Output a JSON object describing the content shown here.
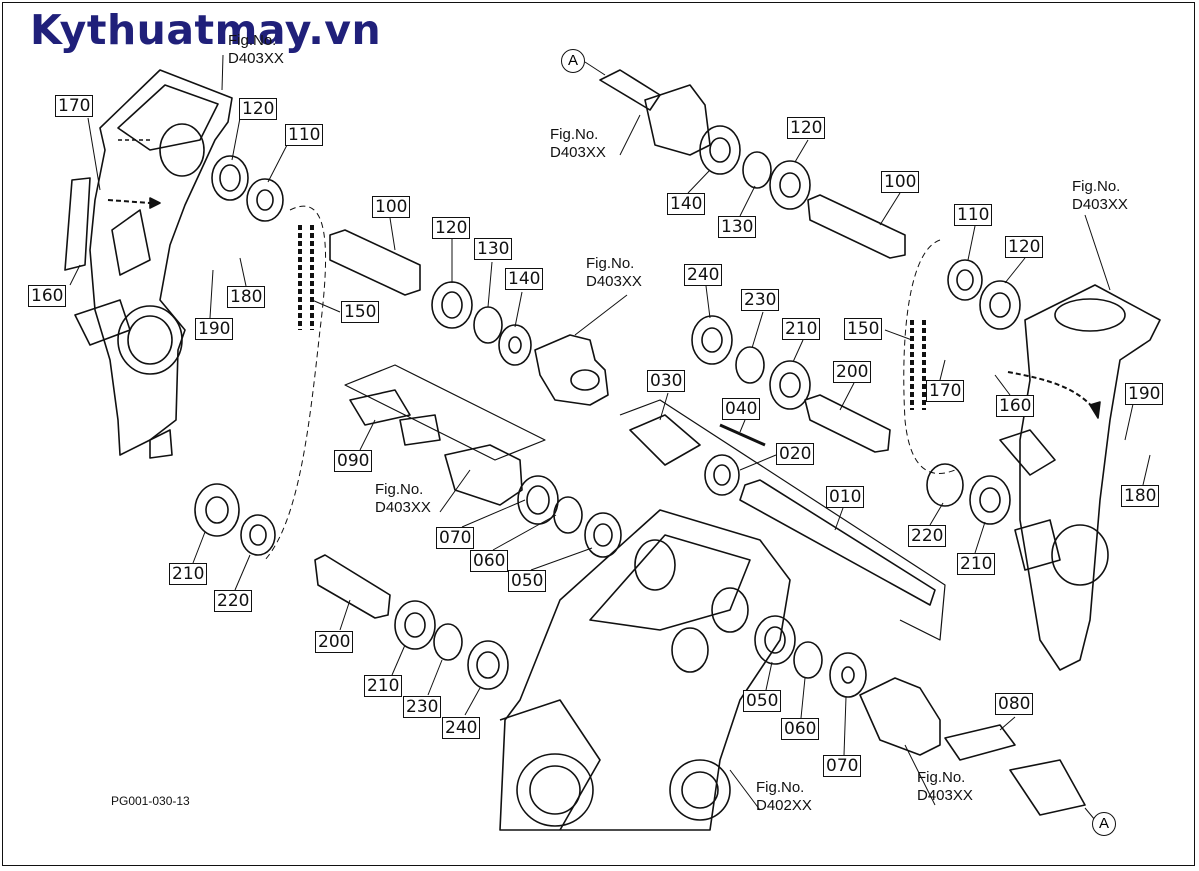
{
  "watermark": "Kythuatmay.vn",
  "drawing_code": "PG001-030-13",
  "connector_mark": "A",
  "fig_refs": [
    {
      "line1": "Fig.No.",
      "line2": "D403XX"
    },
    {
      "line1": "Fig.No.",
      "line2": "D403XX"
    },
    {
      "line1": "Fig.No.",
      "line2": "D403XX"
    },
    {
      "line1": "Fig.No.",
      "line2": "D403XX"
    },
    {
      "line1": "Fig.No.",
      "line2": "D403XX"
    },
    {
      "line1": "Fig.No.",
      "line2": "D402XX"
    },
    {
      "line1": "Fig.No.",
      "line2": "D403XX"
    }
  ],
  "part_labels": [
    "170",
    "120",
    "110",
    "160",
    "190",
    "180",
    "210",
    "220",
    "100",
    "150",
    "120",
    "130",
    "140",
    "090",
    "070",
    "060",
    "050",
    "200",
    "210",
    "230",
    "240",
    "120",
    "140",
    "130",
    "100",
    "110",
    "120",
    "240",
    "230",
    "210",
    "200",
    "150",
    "170",
    "160",
    "190",
    "180",
    "030",
    "040",
    "020",
    "010",
    "220",
    "210",
    "050",
    "060",
    "070",
    "080"
  ],
  "colors": {
    "ink": "#111111",
    "watermark": "#20207a",
    "background": "#ffffff"
  }
}
